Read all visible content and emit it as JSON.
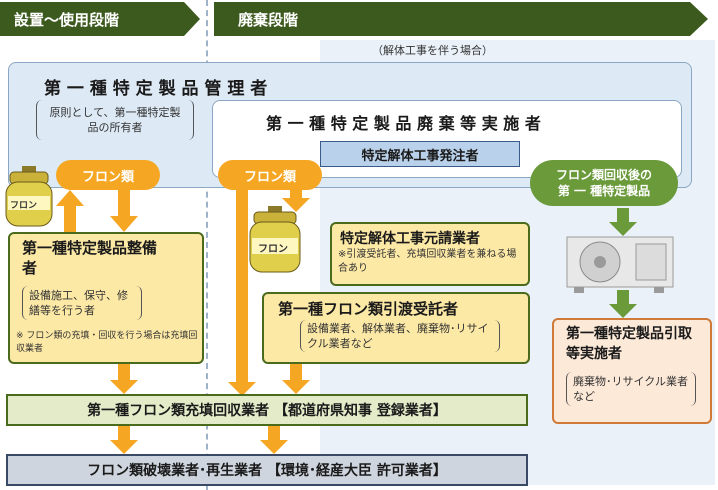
{
  "phases": {
    "install_use": "設置～使用段階",
    "disposal": "廃棄段階",
    "demolition_note": "（解体工事を伴う場合）"
  },
  "manager": {
    "title": "第 一 種 特 定 製 品 管 理 者",
    "note": "原則として、第一種特定製品の所有者"
  },
  "disposer": {
    "title": "第 一 種 特 定 製 品 廃 棄 等 実 施 者",
    "orderer": "特定解体工事発注者"
  },
  "freon_label_1": "フロン類",
  "freon_label_2": "フロン類",
  "tank_label_1": "フロン",
  "tank_label_2": "フロン",
  "after_recovery": "フロン類回収後の第 一 種特定製品",
  "maintainer": {
    "title": "第一種特定製品整備者",
    "note": "設備施工、保守、修繕等を行う者",
    "footnote": "※ フロン類の充填・回収を行う場合は充填回収業者"
  },
  "contractor": {
    "title": "特定解体工事元請業者",
    "note": "※引渡受託者、充填回収業者を兼ねる場合あり"
  },
  "delivery": {
    "title": "第一種フロン類引渡受託者",
    "note": "設備業者、解体業者、廃棄物･リサイクル業者など"
  },
  "taker": {
    "title": "第一種特定製品引取等実施者",
    "note": "廃棄物･リサイクル業者など"
  },
  "filler_collector": "第一種フロン類充填回収業者 【都道府県知事 登録業者】",
  "destroyer": "フロン類破壊業者･再生業者 【環境･経産大臣 許可業者】",
  "colors": {
    "header_green": "#3d5a1e",
    "blue_panel": "#dde9f4",
    "orange_arrow": "#f5a623",
    "green_arrow": "#6a9a3a"
  }
}
